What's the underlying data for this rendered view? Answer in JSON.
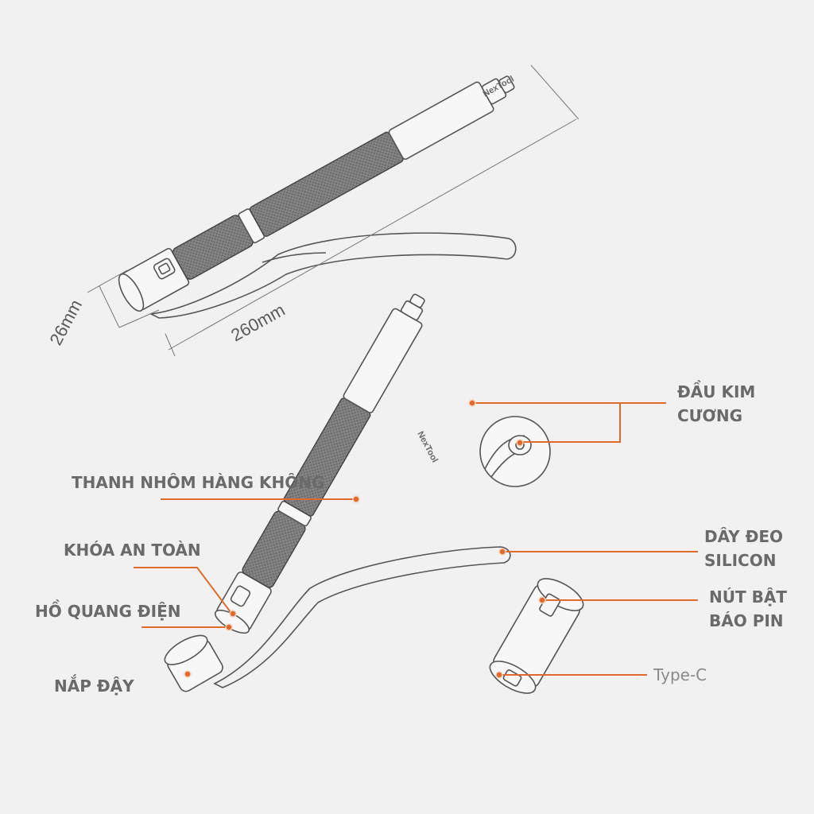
{
  "dimensions": {
    "diameter": "26mm",
    "length": "260mm"
  },
  "product": {
    "brand": "NexTool"
  },
  "callouts": {
    "diamond_tip": [
      "ĐẦU KIM",
      "CƯƠNG"
    ],
    "aluminum_body": "THANH NHÔM HÀNG KHÔNG",
    "safety_lock": "KHÓA AN TOÀN",
    "arc_lighter": "HỒ QUANG ĐIỆN",
    "cap": "NẮP ĐẬY",
    "silicone_strap": [
      "DÂY ĐEO",
      "SILICON"
    ],
    "battery_button": [
      "NÚT BẬT",
      "BÁO PIN"
    ],
    "type_c": "Type-C"
  },
  "colors": {
    "leader": "#e06a2c",
    "label": "#6a6a6a",
    "background": "#f1f1f1"
  }
}
